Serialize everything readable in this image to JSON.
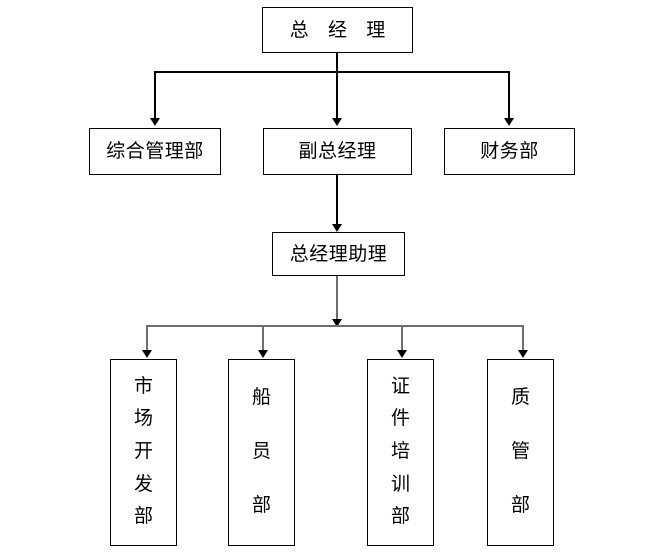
{
  "diagram": {
    "title": "Organizational Structure Chart",
    "type": "org-chart",
    "background_color": "#ffffff",
    "line_color_upper": "#000000",
    "line_color_lower": "#6e6e6e",
    "box_border_color": "#000000",
    "text_color": "#000000"
  },
  "levels": [
    {
      "level": 1,
      "nodes": [
        {
          "id": "gm",
          "label": "总 经 理",
          "orientation": "horizontal",
          "spaced": true
        }
      ]
    },
    {
      "level": 2,
      "nodes": [
        {
          "id": "admin",
          "label": "综合管理部",
          "orientation": "horizontal",
          "spaced": false
        },
        {
          "id": "deputy-gm",
          "label": "副总经理",
          "orientation": "horizontal",
          "spaced": false
        },
        {
          "id": "finance",
          "label": "财务部",
          "orientation": "horizontal",
          "spaced": false
        }
      ]
    },
    {
      "level": 3,
      "nodes": [
        {
          "id": "gm-assistant",
          "label": "总经理助理",
          "orientation": "horizontal",
          "spaced": false
        }
      ]
    },
    {
      "level": 4,
      "nodes": [
        {
          "id": "market-dev",
          "label": "市场开发部",
          "orientation": "vertical",
          "chars": [
            "市",
            "场",
            "开",
            "发",
            "部"
          ]
        },
        {
          "id": "crew",
          "label": "船员部",
          "orientation": "vertical",
          "chars": [
            "船",
            "员",
            "部"
          ]
        },
        {
          "id": "cert-training",
          "label": "证件培训部",
          "orientation": "vertical",
          "chars": [
            "证",
            "件",
            "培",
            "训",
            "部"
          ]
        },
        {
          "id": "quality-mgmt",
          "label": "质管部",
          "orientation": "vertical",
          "chars": [
            "质",
            "管",
            "部"
          ]
        }
      ]
    }
  ],
  "connections": [
    {
      "from": "gm",
      "to": "admin"
    },
    {
      "from": "gm",
      "to": "deputy-gm"
    },
    {
      "from": "gm",
      "to": "finance"
    },
    {
      "from": "deputy-gm",
      "to": "gm-assistant"
    },
    {
      "from": "gm-assistant",
      "to": "market-dev"
    },
    {
      "from": "gm-assistant",
      "to": "crew"
    },
    {
      "from": "gm-assistant",
      "to": "cert-training"
    },
    {
      "from": "gm-assistant",
      "to": "quality-mgmt"
    }
  ]
}
